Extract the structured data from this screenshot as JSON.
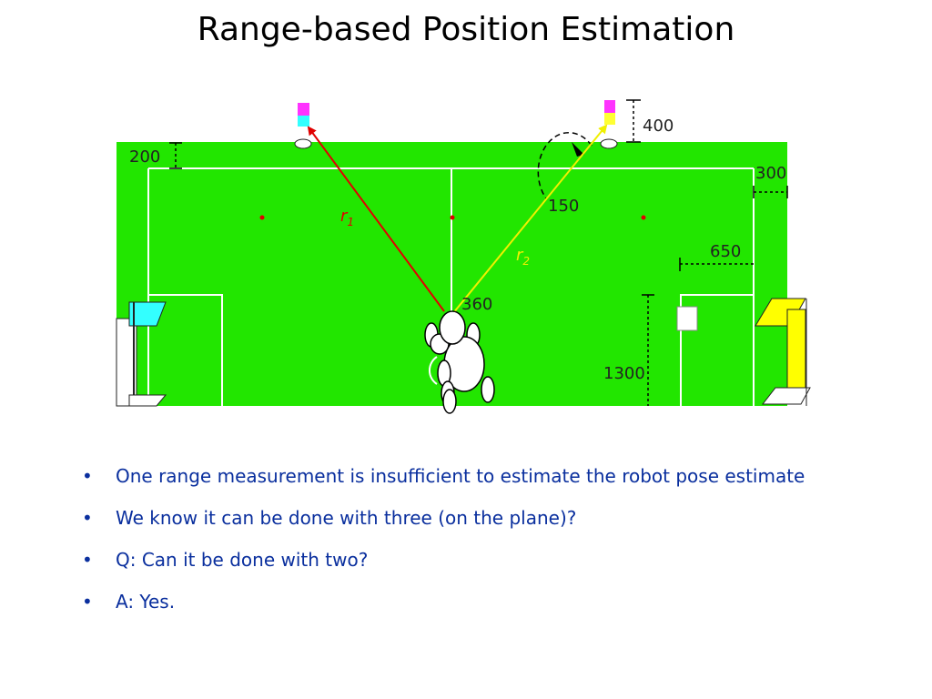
{
  "slide": {
    "title": "Range-based Position Estimation"
  },
  "figure": {
    "field_color": "#22e600",
    "range1_color": "#e00000",
    "range2_color": "#f0f000",
    "beacon_left_colors": [
      "#ff33ff",
      "#33ffff"
    ],
    "beacon_right_colors": [
      "#ff33ff",
      "#ffff33"
    ],
    "goal_left_color": "#33ffff",
    "goal_right_color": "#ffff00",
    "labels": {
      "dim_200": "200",
      "dim_400": "400",
      "dim_300": "300",
      "dim_150": "150",
      "dim_650": "650",
      "dim_360": "360",
      "dim_1300": "1300",
      "range1_letter": "r",
      "range1_sub": "1",
      "range2_letter": "r",
      "range2_sub": "2"
    }
  },
  "bullets": [
    "One range measurement is insufficient to estimate the robot pose estimate",
    "We know it can be done with three (on the plane)?",
    "Q:  Can it be done with two?",
    "A:  Yes."
  ]
}
